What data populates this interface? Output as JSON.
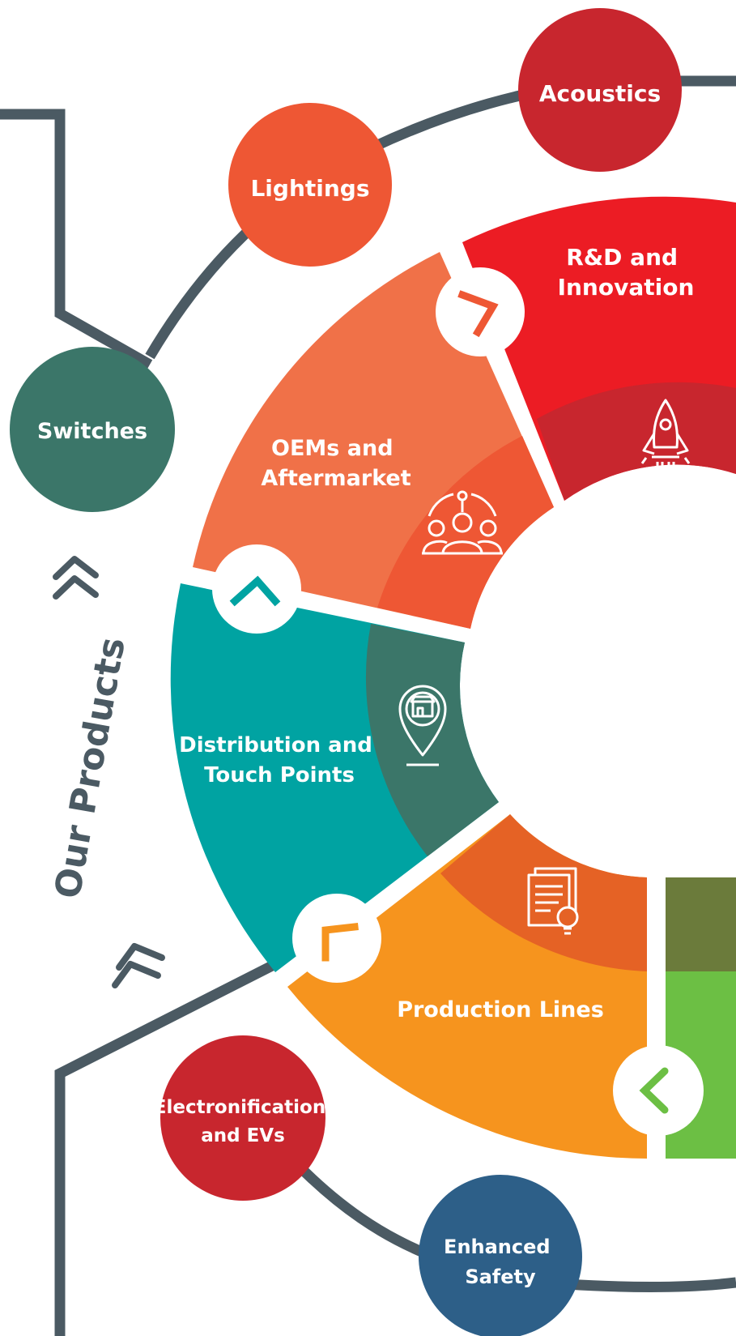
{
  "sidebar": {
    "title": "Our Products"
  },
  "wheel_segments": [
    {
      "id": "rnd",
      "line1": "R&D and",
      "line2": "Innovation",
      "outer_color": "#ec1c24",
      "inner_color": "#c8262e",
      "icon": "rocket-icon"
    },
    {
      "id": "oem",
      "line1": "OEMs and",
      "line2": "Aftermarket",
      "outer_color": "#f07148",
      "inner_color": "#ee5734",
      "icon": "team-network-icon"
    },
    {
      "id": "dist",
      "line1": "Distribution and",
      "line2": "Touch Points",
      "outer_color": "#00a3a2",
      "inner_color": "#3b7669",
      "icon": "store-location-icon"
    },
    {
      "id": "prod",
      "line1": "Production Lines",
      "line2": "",
      "outer_color": "#f6941e",
      "inner_color": "#e56225",
      "icon": "document-idea-icon"
    },
    {
      "id": "next",
      "line1": "",
      "line2": "",
      "outer_color": "#6cbf44",
      "inner_color": "#6b7b3b",
      "icon": ""
    }
  ],
  "product_circles": [
    {
      "id": "acoustics",
      "line1": "Acoustics",
      "line2": "",
      "color": "#c8262e"
    },
    {
      "id": "lightings",
      "line1": "Lightings",
      "line2": "",
      "color": "#ee5734"
    },
    {
      "id": "switches",
      "line1": "Switches",
      "line2": "",
      "color": "#3b7669"
    },
    {
      "id": "electronification",
      "line1": "Electronification",
      "line2": "and EVs",
      "color": "#c8262e"
    },
    {
      "id": "safety",
      "line1": "Enhanced",
      "line2": "Safety",
      "color": "#2d5f88"
    }
  ],
  "colors": {
    "track": "#4b5a63",
    "background": "#ffffff"
  }
}
